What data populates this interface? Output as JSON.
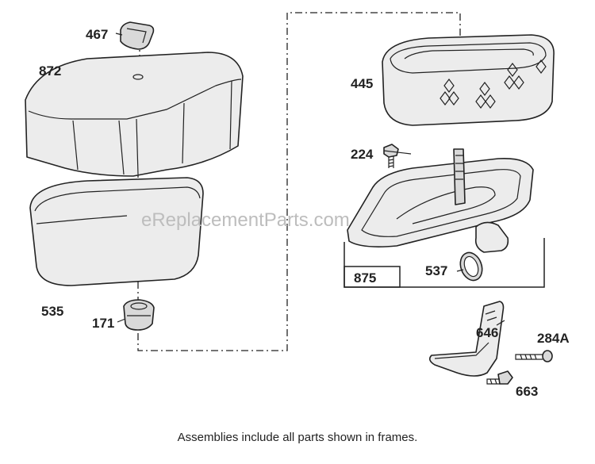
{
  "watermark": "eReplacementParts.com",
  "caption": "Assemblies include all parts shown in frames.",
  "parts": {
    "p467": "467",
    "p872": "872",
    "p535": "535",
    "p171": "171",
    "p445": "445",
    "p224": "224",
    "p875": "875",
    "p537": "537",
    "p646": "646",
    "p284a": "284A",
    "p663": "663"
  }
}
